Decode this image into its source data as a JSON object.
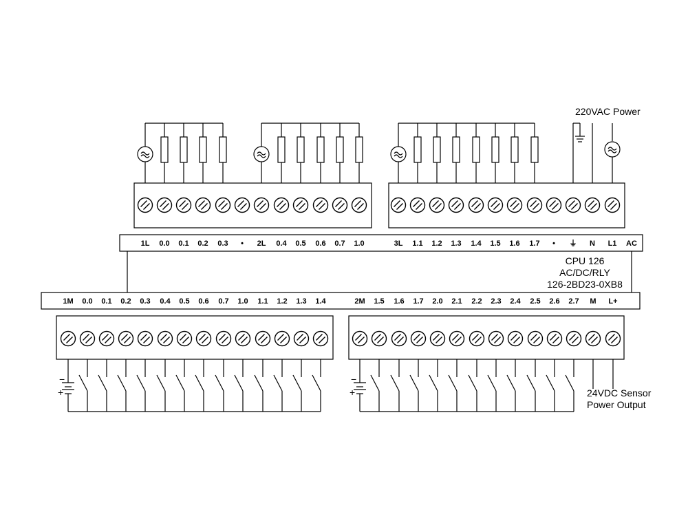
{
  "top_labels": [
    "1L",
    "0.0",
    "0.1",
    "0.2",
    "0.3",
    "•",
    "2L",
    "0.4",
    "0.5",
    "0.6",
    "0.7",
    "1.0",
    "3L",
    "1.1",
    "1.2",
    "1.3",
    "1.4",
    "1.5",
    "1.6",
    "1.7",
    "•",
    "⏚",
    "N",
    "L1",
    "AC"
  ],
  "bottom_labels": [
    "1M",
    "0.0",
    "0.1",
    "0.2",
    "0.3",
    "0.4",
    "0.5",
    "0.6",
    "0.7",
    "1.0",
    "1.1",
    "1.2",
    "1.3",
    "1.4",
    "2M",
    "1.5",
    "1.6",
    "1.7",
    "2.0",
    "2.1",
    "2.2",
    "2.3",
    "2.4",
    "2.5",
    "2.6",
    "2.7",
    "M",
    "L+"
  ],
  "power_label": "220VAC Power",
  "cpu": {
    "line1": "CPU 126",
    "line2": "AC/DC/RLY",
    "line3": "126-2BD23-0XB8"
  },
  "sensor": {
    "line1": "24VDC Sensor",
    "line2": "Power Output"
  },
  "dc_minus": "−",
  "dc_plus": "+"
}
